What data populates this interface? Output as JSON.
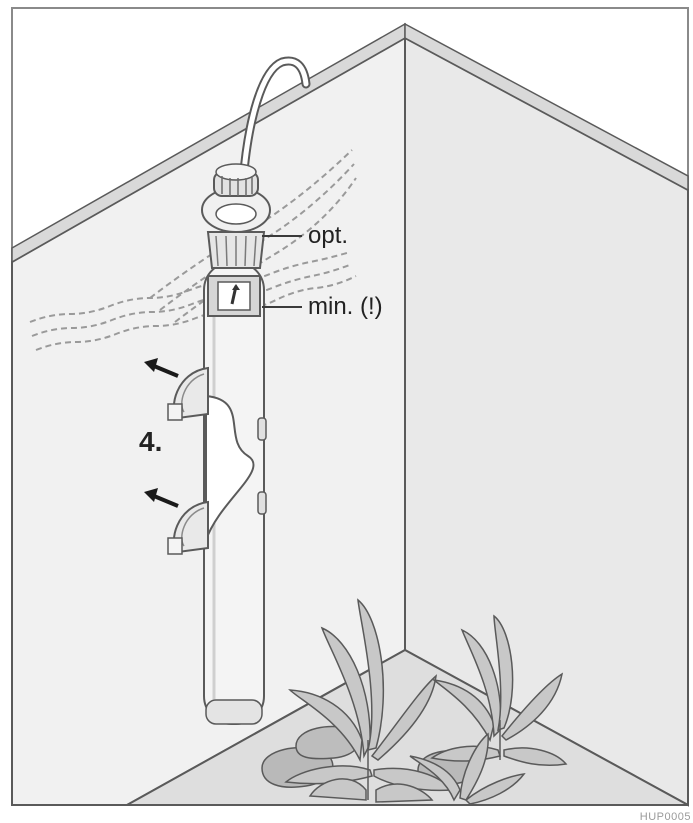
{
  "labels": {
    "opt": "opt.",
    "min": "min. (!)",
    "step": "4.",
    "figure_code": "HUP0005"
  },
  "colors": {
    "outline": "#5a5a5a",
    "wall_left": "#f1f1f1",
    "wall_right": "#e9e9e9",
    "floor": "#dedede",
    "heater_body": "#f4f4f4",
    "plant_fill": "#c8c8c8"
  },
  "icons": [
    "power-cord-icon",
    "control-knob-icon",
    "suction-cup-icon",
    "arrow-icon",
    "plant-icon",
    "rock-icon",
    "water-surface-icon"
  ]
}
